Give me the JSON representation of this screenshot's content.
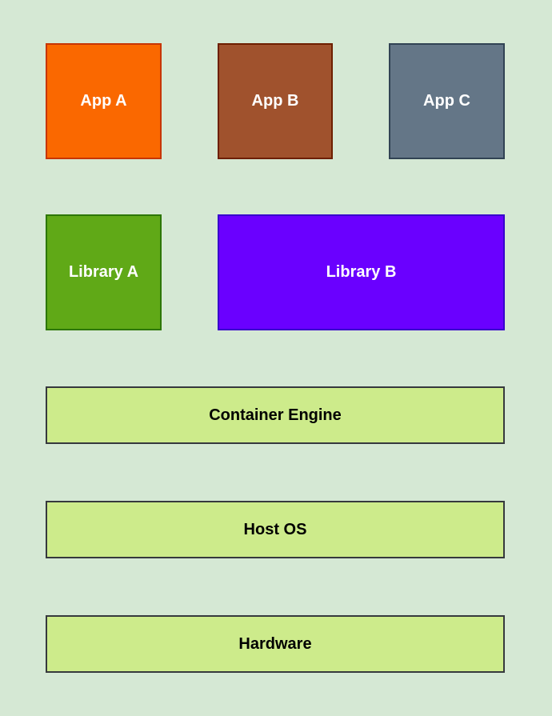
{
  "apps": [
    {
      "label": "App A",
      "color": "#fa6800"
    },
    {
      "label": "App B",
      "color": "#a0522d"
    },
    {
      "label": "App C",
      "color": "#647687"
    }
  ],
  "libraries": [
    {
      "label": "Library A",
      "color": "#60a917"
    },
    {
      "label": "Library B",
      "color": "#6a00ff"
    }
  ],
  "layers": [
    {
      "label": "Container Engine",
      "color": "#cdeb8b"
    },
    {
      "label": "Host OS",
      "color": "#cdeb8b"
    },
    {
      "label": "Hardware",
      "color": "#cdeb8b"
    }
  ],
  "background": "#d5e8d4"
}
